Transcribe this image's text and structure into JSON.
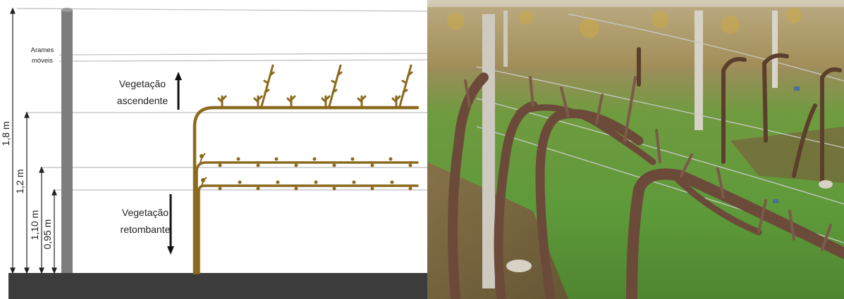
{
  "diagram": {
    "labels": {
      "wires": [
        "Arames",
        "móveis"
      ],
      "ascending": [
        "Vegetação",
        "ascendente"
      ],
      "drooping": [
        "Vegetação",
        "retombante"
      ]
    },
    "heights": {
      "h180": "1,8 m",
      "h120": "1,2 m",
      "h110": "1,10 m",
      "h095": "0,95 m"
    },
    "colors": {
      "vine": "#8b6a1e",
      "post": "#7d7d7d",
      "ground": "#3c3c3c",
      "wire": "#bdbdbd",
      "text": "#222222"
    }
  },
  "photo": {
    "subject": "vineyard-trellis-winter-photo",
    "colors": {
      "grass": "#5e9a3a",
      "soil": "#8a6a4a",
      "vine": "#6b4a3a",
      "sky": "#d9d3c7"
    }
  }
}
